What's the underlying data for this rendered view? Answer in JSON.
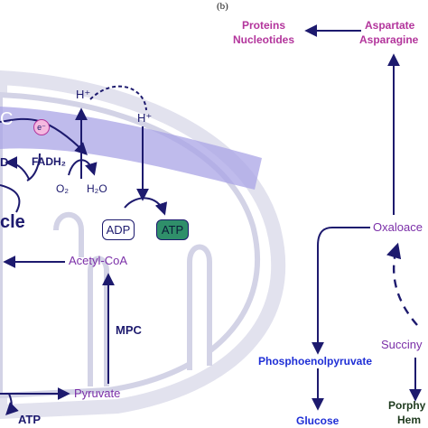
{
  "panel_b": "(b)",
  "left": {
    "etc_fragment": "C",
    "electron": "e⁻",
    "d_fragment": "D",
    "fadh2": "FADH₂",
    "hplus_inner": "H⁺",
    "hplus_outer": "H⁺",
    "o2": "O₂",
    "h2o": "H₂O",
    "cycle_fragment": "cle",
    "adp": "ADP",
    "atp_box": "ATP",
    "acetyl_coa": "Acetyl-CoA",
    "mpc": "MPC",
    "pyruvate": "Pyruvate",
    "atp_bottom": "ATP"
  },
  "right": {
    "proteins_nucleotides": [
      "Proteins",
      "Nucleotides"
    ],
    "aspartate_asparagine": [
      "Aspartate",
      "Asparagine"
    ],
    "oxaloacetate": "Oxaloace",
    "succinyl": "Succiny",
    "pep": "Phosphoenolpyruvate",
    "glucose": "Glucose",
    "porphyrin": "Porphy",
    "heme": "Hem"
  },
  "colors": {
    "arrow": "#1d1a6e",
    "membrane_outer": "#e8e8f2",
    "cristae": "#cfcfe2",
    "band": "#a9a4e6",
    "purple_text": "#7b2fa8",
    "magenta_text": "#b3359c",
    "blue_text": "#1f2fd6",
    "atp_fill": "#2f8f6a"
  }
}
